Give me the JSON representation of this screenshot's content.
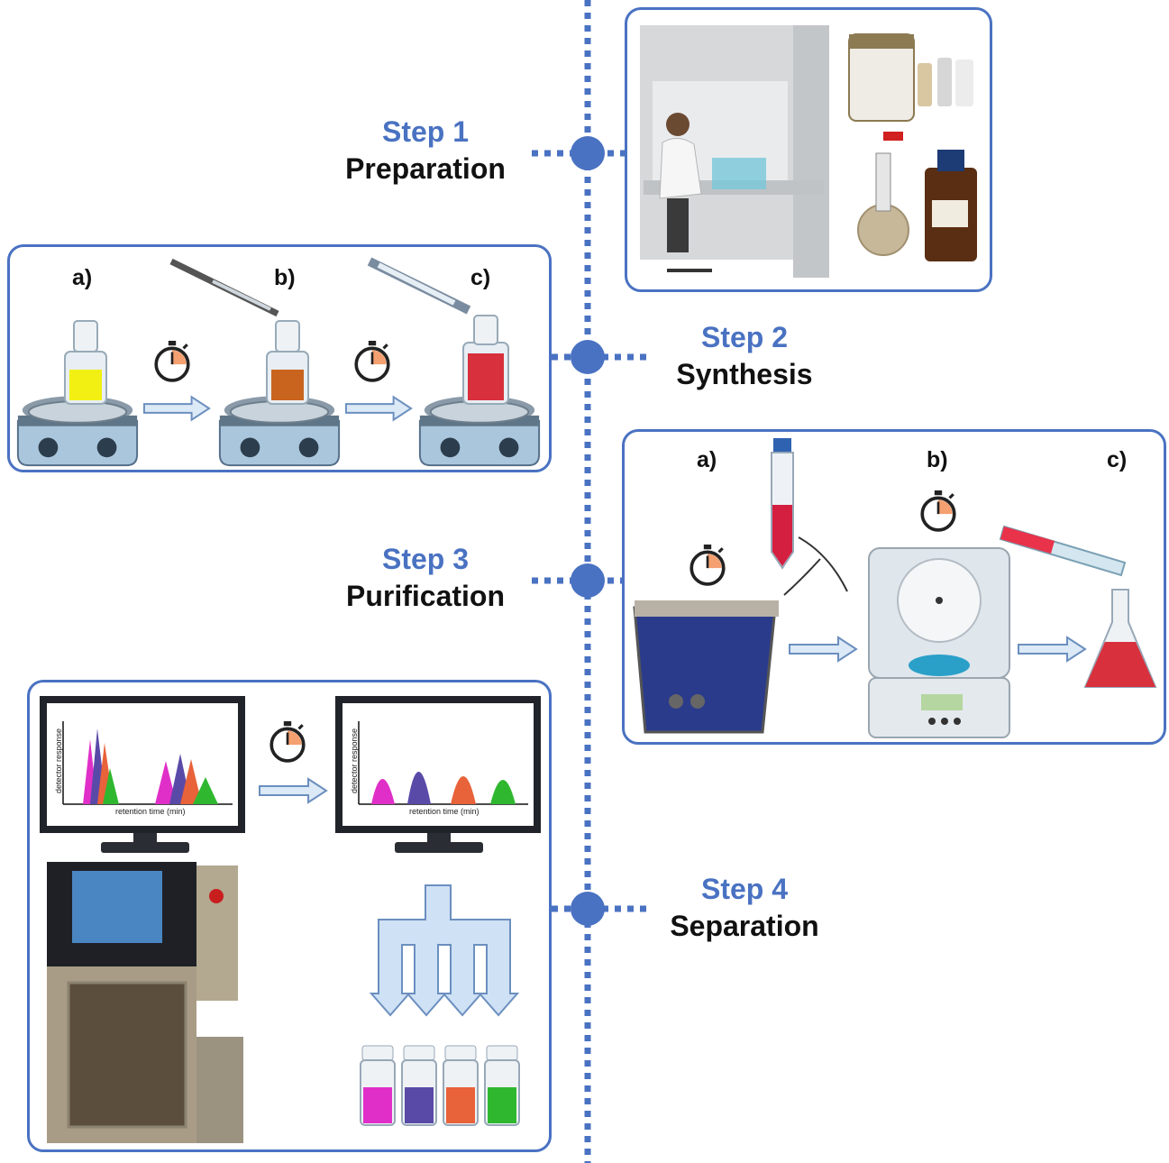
{
  "steps": [
    {
      "number": "Step 1",
      "name": "Preparation"
    },
    {
      "number": "Step 2",
      "name": "Synthesis"
    },
    {
      "number": "Step 3",
      "name": "Purification"
    },
    {
      "number": "Step 4",
      "name": "Separation"
    }
  ],
  "synthesis_labels": [
    "a)",
    "b)",
    "c)"
  ],
  "purification_labels": [
    "a)",
    "b)",
    "c)"
  ],
  "chromatogram": {
    "ylabel": "detector response",
    "xlabel": "retention time (min)"
  },
  "colors": {
    "accent": "#4a72c2",
    "magenta": "#e02fc8",
    "purple": "#5a4aa8",
    "orange": "#e8623a",
    "green": "#2fb82f",
    "yellow": "#f0f010",
    "brown": "#c8641e",
    "red": "#d8303c"
  }
}
